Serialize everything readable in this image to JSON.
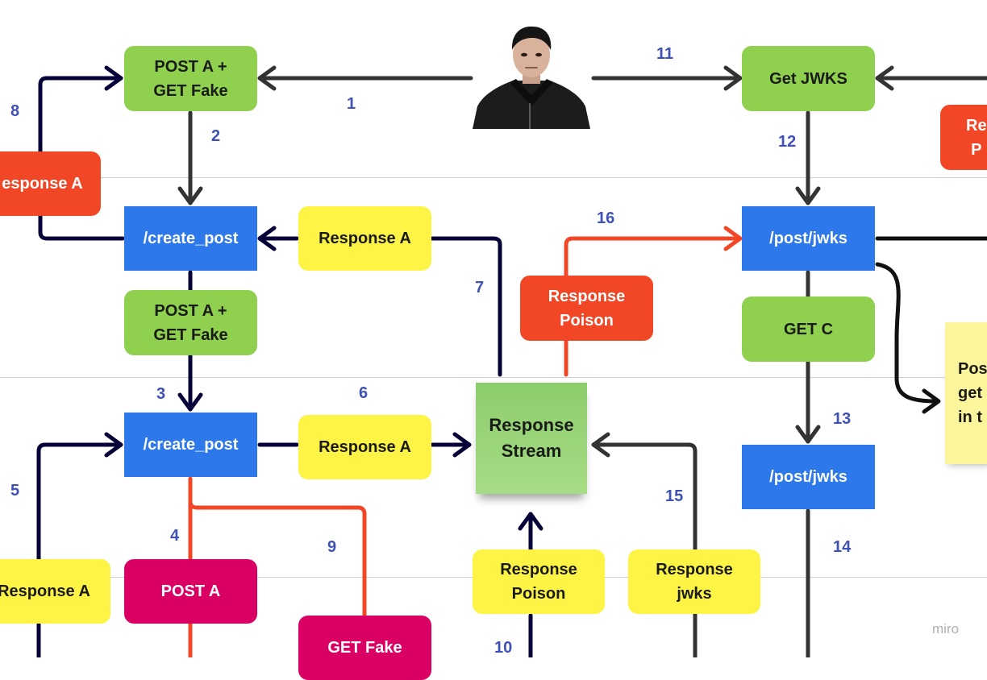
{
  "attacker": {
    "label": "attacker-portrait"
  },
  "nodes": {
    "post_a_get_fake_top": "POST A +\nGET Fake",
    "get_jwks": "Get JWKS",
    "response_a_left_red": "esponse A",
    "re_p_partial": "Re\nP",
    "create_post_top": "/create_post",
    "response_a_yellow_top": "Response A",
    "response_poison_red": "Response\nPoison",
    "post_jwks_top": "/post/jwks",
    "post_a_get_fake_mid": "POST A +\nGET Fake",
    "get_c": "GET C",
    "note_partial": "Pos\nget\nin t",
    "create_post_bottom": "/create_post",
    "response_a_yellow_mid": "Response A",
    "response_stream": "Response\nStream",
    "post_jwks_bottom": "/post/jwks",
    "response_a_yellow_left": "Response A",
    "post_a": "POST A",
    "get_fake": "GET Fake",
    "response_poison_yellow": "Response\nPoison",
    "response_jwks": "Response\njwks"
  },
  "numbers": {
    "n1": "1",
    "n2": "2",
    "n3": "3",
    "n4": "4",
    "n5": "5",
    "n6": "6",
    "n7": "7",
    "n8": "8",
    "n9": "9",
    "n10": "10",
    "n11": "11",
    "n12": "12",
    "n13": "13",
    "n14": "14",
    "n15": "15",
    "n16": "16"
  },
  "watermark": "miro",
  "colors": {
    "green": "#8fd14f",
    "blue": "#2d78ea",
    "yellow": "#fef445",
    "red": "#f24726",
    "magenta": "#da0063",
    "navy_line": "#050038",
    "dark_line": "#333333",
    "orange_line": "#f24726",
    "number": "#3f51b5"
  }
}
